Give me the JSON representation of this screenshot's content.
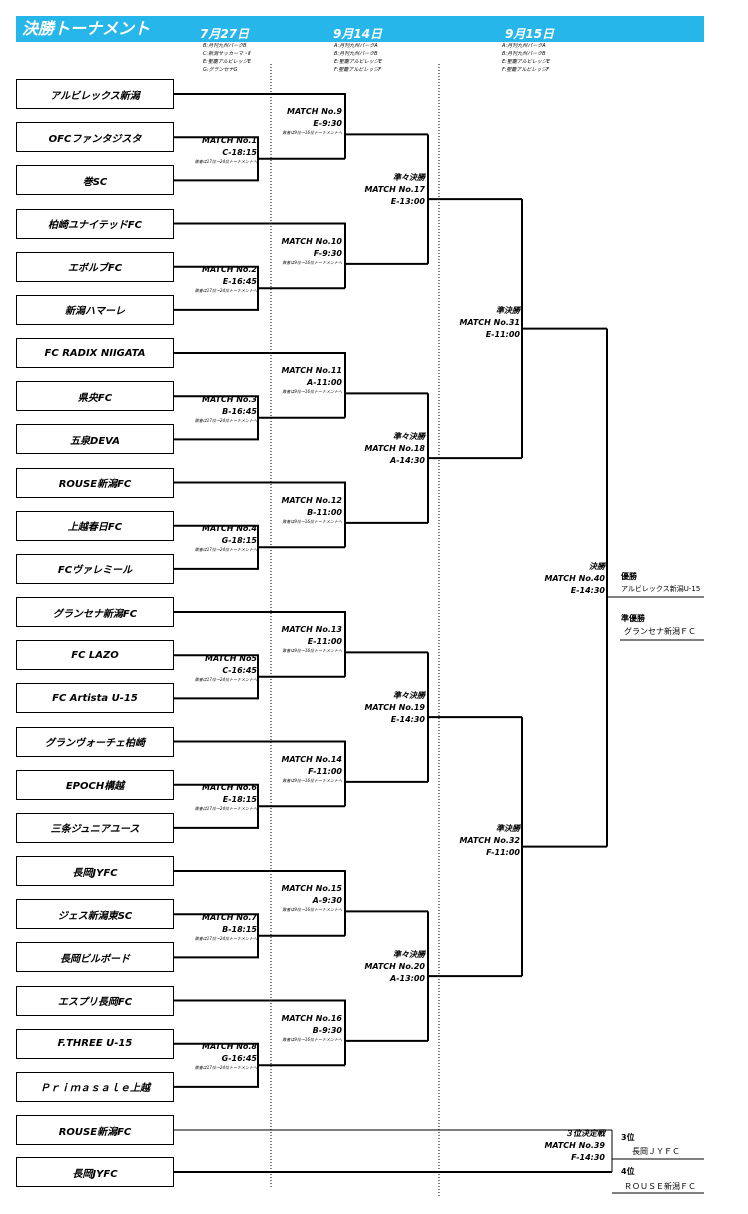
{
  "title": "決勝トーナメント",
  "dates": [
    {
      "label": "7月27日",
      "venues": [
        "B:月刊九州パークB",
        "C:新潟サッカーマ・Ⅱ",
        "E:聖籠アルビレッジE",
        "G:グランセナG"
      ]
    },
    {
      "label": "9月14日",
      "venues": [
        "A:月刊九州パークA",
        "B:月刊九州パークB",
        "E:聖籠アルビレッジE",
        "F:聖籠アルビレッジF"
      ]
    },
    {
      "label": "9月15日",
      "venues": [
        "A:月刊九州パークA",
        "B:月刊九州パークB",
        "E:聖籠アルビレッジE",
        "F:聖籠アルビレッジF"
      ]
    }
  ],
  "teams": [
    "アルビレックス新潟",
    "OFCファンタジスタ",
    "巻SC",
    "柏崎ユナイテッドFC",
    "エボルブFC",
    "新潟ハマーレ",
    "FC RADIX NIIGATA",
    "県央FC",
    "五泉DEVA",
    "ROUSE新潟FC",
    "上越春日FC",
    "FCヴァレミール",
    "グランセナ新潟FC",
    "FC LAZO",
    "FC Artista U-15",
    "グランヴォーチェ柏崎",
    "EPOCH構越",
    "三条ジュニアユース",
    "長岡JYFC",
    "ジェス新潟東SC",
    "長岡ビルボード",
    "エスプリ長岡FC",
    "F.THREE U-15",
    "Ｐｒｉｍａｓａｌｅ上越",
    "ROUSE新潟FC",
    "長岡JYFC"
  ],
  "round1": [
    {
      "match": "MATCH No.1",
      "time": "C-18:15"
    },
    {
      "match": "MATCH No.2",
      "time": "E-16:45"
    },
    {
      "match": "MATCH No.3",
      "time": "B-16:45"
    },
    {
      "match": "MATCH No.4",
      "time": "G-18:15"
    },
    {
      "match": "MATCH No5",
      "time": "C-16:45"
    },
    {
      "match": "MATCH No.6",
      "time": "E-18:15"
    },
    {
      "match": "MATCH No.7",
      "time": "B-18:15"
    },
    {
      "match": "MATCH No.8",
      "time": "G-16:45"
    }
  ],
  "round1_note": "敗者は17位～24位トーナメントへ",
  "round2": [
    {
      "match": "MATCH No.9",
      "time": "E-9:30"
    },
    {
      "match": "MATCH No.10",
      "time": "F-9:30"
    },
    {
      "match": "MATCH No.11",
      "time": "A-11:00"
    },
    {
      "match": "MATCH No.12",
      "time": "B-11:00"
    },
    {
      "match": "MATCH No.13",
      "time": "E-11:00"
    },
    {
      "match": "MATCH No.14",
      "time": "F-11:00"
    },
    {
      "match": "MATCH No.15",
      "time": "A-9:30"
    },
    {
      "match": "MATCH No.16",
      "time": "B-9:30"
    }
  ],
  "round2_note": "敗者は9位～16位トーナメントへ",
  "quarterfinals": [
    {
      "stage": "準々決勝",
      "match": "MATCH No.17",
      "time": "E-13:00"
    },
    {
      "stage": "準々決勝",
      "match": "MATCH No.18",
      "time": "A-14:30"
    },
    {
      "stage": "準々決勝",
      "match": "MATCH No.19",
      "time": "E-14:30"
    },
    {
      "stage": "準々決勝",
      "match": "MATCH No.20",
      "time": "A-13:00"
    }
  ],
  "semifinals": [
    {
      "stage": "準決勝",
      "match": "MATCH No.31",
      "time": "E-11:00"
    },
    {
      "stage": "準決勝",
      "match": "MATCH No.32",
      "time": "F-11:00"
    }
  ],
  "final": {
    "stage": "決勝",
    "match": "MATCH No.40",
    "time": "E-14:30"
  },
  "third_place": {
    "stage": "３位決定戦",
    "match": "MATCH No.39",
    "time": "F-14:30"
  },
  "results": {
    "champion_label": "優勝",
    "champion": "アルビレックス新潟U-15",
    "runner_up_label": "準優勝",
    "runner_up": "グランセナ新潟ＦＣ",
    "third_label": "3位",
    "third": "長岡ＪＹＦＣ",
    "fourth_label": "4位",
    "fourth": "ＲＯＵＳＥ新潟ＦＣ"
  }
}
